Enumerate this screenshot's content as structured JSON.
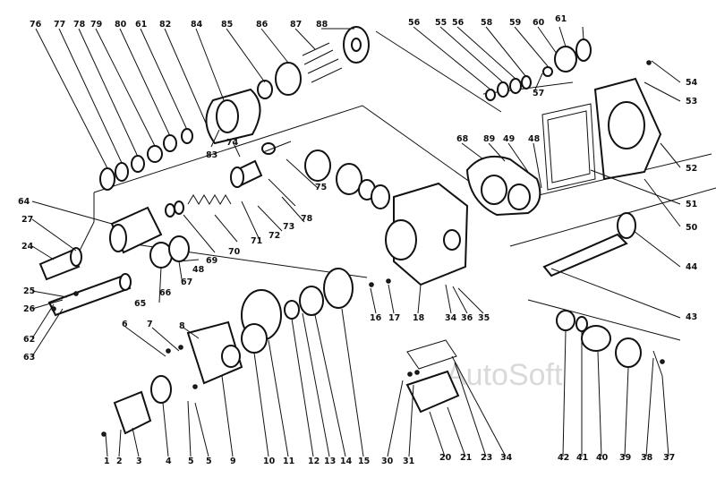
{
  "watermark": "AutoSoft",
  "labels": {
    "l1": "1",
    "l2": "2",
    "l3": "3",
    "l4": "4",
    "l5a": "5",
    "l5b": "5",
    "l6": "6",
    "l7": "7",
    "l8": "8",
    "l9": "9",
    "l10": "10",
    "l11": "11",
    "l12": "12",
    "l13": "13",
    "l14": "14",
    "l15": "15",
    "l16": "16",
    "l17": "17",
    "l18": "18",
    "l20": "20",
    "l21": "21",
    "l23": "23",
    "l24": "24",
    "l25": "25",
    "l26": "26",
    "l27": "27",
    "l30": "30",
    "l31": "31",
    "l34a": "34",
    "l34b": "34",
    "l35": "35",
    "l36": "36",
    "l37": "37",
    "l38": "38",
    "l39": "39",
    "l40": "40",
    "l41": "41",
    "l42": "42",
    "l43": "43",
    "l44": "44",
    "l48a": "48",
    "l48b": "48",
    "l49": "49",
    "l50": "50",
    "l51": "51",
    "l52": "52",
    "l53": "53",
    "l54": "54",
    "l55": "55",
    "l56a": "56",
    "l56b": "56",
    "l57": "57",
    "l58": "58",
    "l59": "59",
    "l60": "60",
    "l61a": "61",
    "l61b": "61",
    "l62": "62",
    "l63": "63",
    "l64": "64",
    "l65": "65",
    "l66": "66",
    "l67": "67",
    "l68": "68",
    "l69": "69",
    "l70": "70",
    "l71": "71",
    "l72": "72",
    "l73": "73",
    "l74": "74",
    "l75": "75",
    "l76": "76",
    "l77": "77",
    "l78a": "78",
    "l78b": "78",
    "l79": "79",
    "l80": "80",
    "l82": "82",
    "l83": "83",
    "l84": "84",
    "l85": "85",
    "l86": "86",
    "l87": "87",
    "l88": "88",
    "l89": "89"
  }
}
